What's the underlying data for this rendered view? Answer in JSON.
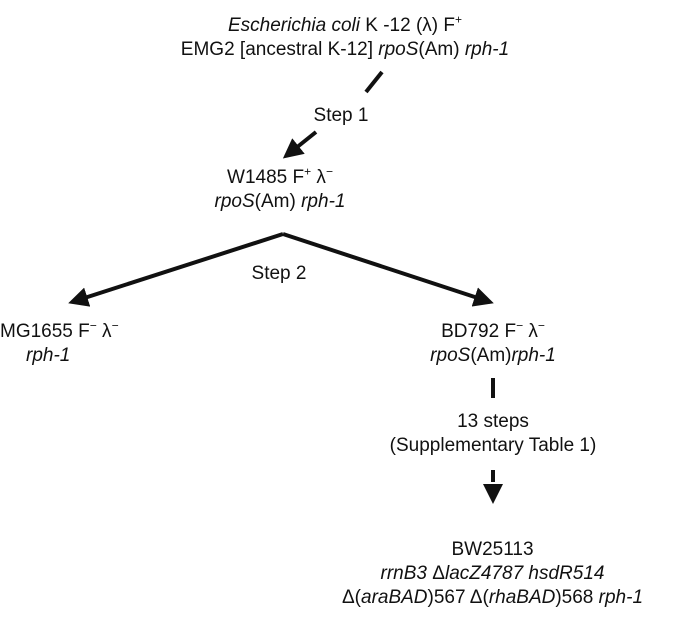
{
  "ancestor": {
    "line1_species": "Escherichia coli",
    "line1_strain": " K -12 (λ) F",
    "line1_sup": "+",
    "line2_name": "EMG2 [ancestral K-12] ",
    "line2_rpoS": "rpoS",
    "line2_am": "(Am) ",
    "line2_rph": "rph-1"
  },
  "step1": "Step 1",
  "w1485": {
    "name": "W1485 F",
    "sup1": "+",
    "lambda": " λ",
    "sup2": "−",
    "rpoS": "rpoS",
    "am": "(Am) ",
    "rph": "rph-1"
  },
  "step2": "Step 2",
  "mg1655": {
    "name": "MG1655 F",
    "sup1": "−",
    "lambda": " λ",
    "sup2": "−",
    "rph": "rph-1"
  },
  "bd792": {
    "name": "BD792 F",
    "sup1": "−",
    "lambda": " λ",
    "sup2": "−",
    "rpoS": "rpoS",
    "am": "(Am)",
    "rph": "rph-1"
  },
  "steps13": {
    "line1": "13 steps",
    "line2": "(Supplementary Table 1)"
  },
  "bw25113": {
    "name": "BW25113",
    "l2_a": "rrnB3 ",
    "l2_delta1": "Δ",
    "l2_b": "lacZ4787 hsdR514",
    "l3_delta1": "Δ(",
    "l3_ara": "araBAD",
    "l3_c": ")567 Δ(",
    "l3_rha": "rhaBAD",
    "l3_d": ")568 ",
    "l3_rph": "rph-1"
  }
}
